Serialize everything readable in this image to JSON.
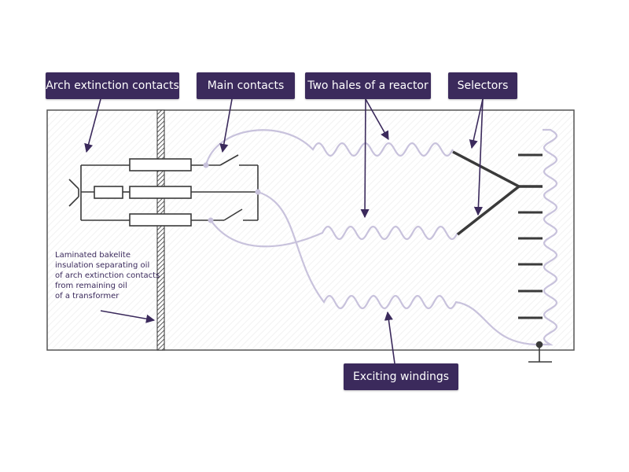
{
  "labels": {
    "arch_extinction": "Arch extinction contacts",
    "main_contacts": "Main contacts",
    "reactor_halves": "Two hales of a reactor",
    "selectors": "Selectors",
    "exciting_windings": "Exciting windings"
  },
  "note_lines": [
    "Laminated bakelite",
    "insulation separating oil",
    "of arch extinction contacts",
    "from remaining oil",
    "of a transformer"
  ],
  "colors": {
    "label_bg": "#3b2a5c",
    "label_text": "#ffffff",
    "wire": "#c8c2dc",
    "lines": "#3a3a3a",
    "arrow": "#3b2a5c"
  }
}
